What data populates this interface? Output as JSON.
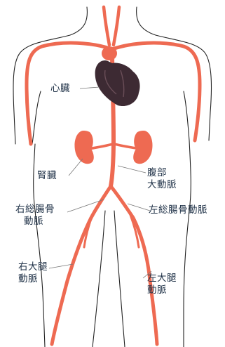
{
  "labels": {
    "heart": "心臓",
    "kidney": "腎臓",
    "abdominal_aorta": [
      "腹部",
      "大動脈"
    ],
    "right_common_iliac": [
      "右総腸骨",
      "動脈"
    ],
    "left_common_iliac": "左総腸骨動脈",
    "right_femoral": [
      "右大腿",
      "動脈"
    ],
    "left_femoral": [
      "左大腿",
      "動脈"
    ]
  },
  "colors": {
    "artery": "#ee6a52",
    "heart": "#3d2a33",
    "body_outline": "#222222",
    "label_text": "#1f3147"
  }
}
